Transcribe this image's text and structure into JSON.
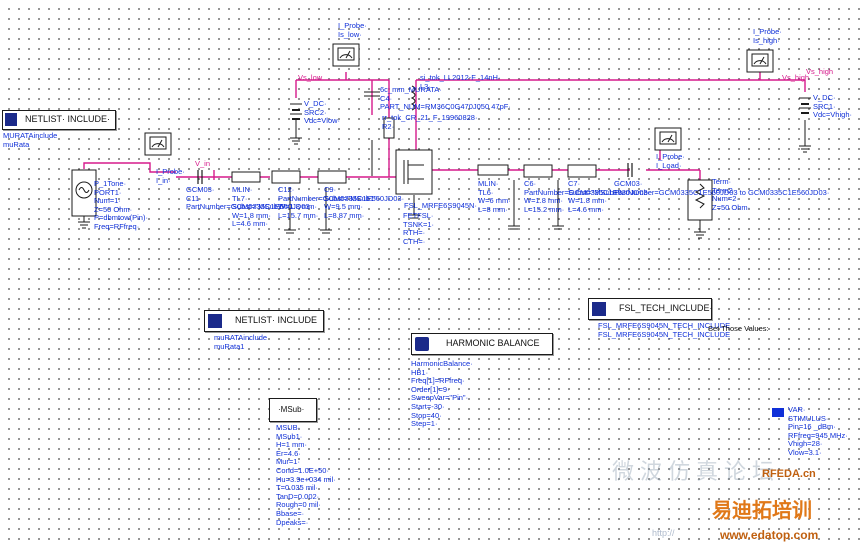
{
  "netlist1": {
    "title": "NETLIST· INCLUDE·",
    "lines": [
      "MURATAinclude",
      "muRata"
    ]
  },
  "netlist2": {
    "title": "NETLIST· INCLUDE",
    "lines": [
      "muRATAinclude",
      "muRata1"
    ]
  },
  "fsl": {
    "title": "FSL_TECH_INCLUDE·",
    "lines": [
      "FSL_MRFE6S9045N_TECH_INCLUDE",
      "FSL_MRFE6S9045N_TECH_INCLUDE"
    ],
    "set_values": "Set Those Values:"
  },
  "hb": {
    "title": "HARMONIC BALANCE",
    "lines": [
      "HarmonicBalance·",
      "HB1·",
      "Freq[1]=RFfreq·",
      "Order[1]=9·",
      "SweepVar=\"Pin\"·",
      "Start=-30·",
      "Stop=40·",
      "Step=1·"
    ]
  },
  "msub": {
    "title": "·MSub·",
    "lines": [
      "MSUB·",
      "MSub1·",
      "H=1 mm·",
      "Er=4.6·",
      "Mur=1·",
      "Cond=1.0E+50·",
      "Hu=3.9e+034 mil·",
      "T=0.035 mil·",
      "TanD=0.002·",
      "Rough=0 mil·",
      "Bbase=·",
      "Dpeaks=·"
    ]
  },
  "var": {
    "lines": [
      "VAR·",
      "STIMULUS·",
      "Pin=16 _dBm·",
      "RFfreq=945 MHz·",
      "Vhigh=28·",
      "Vlow=3.1·"
    ]
  },
  "port1": {
    "lines": [
      "P_1Tone·",
      "PORT1·",
      "Num=1·",
      "Z=50 Ohm·",
      "P=dbmtow(Pin)·",
      "Freq=RFfreq·"
    ]
  },
  "term": {
    "lines": [
      "Term·",
      "Term2·",
      "Num=2·",
      "Z=50 Ohm·"
    ]
  },
  "probe_low": {
    "lines": [
      "I_Probe·",
      "Is_low·"
    ]
  },
  "probe_high": {
    "lines": [
      "I_Probe·",
      "Is_high·"
    ]
  },
  "probe_in": {
    "lines": [
      "I_Probe·",
      "I_in·"
    ]
  },
  "probe_load": {
    "lines": [
      "I_Probe·",
      "I_Load·"
    ]
  },
  "vdc_src2": {
    "lines": [
      "V_DC·",
      "SRC2·",
      "Vdc=Vlow·"
    ]
  },
  "vdc_src1": {
    "lines": [
      "V_DC·",
      "SRC1·",
      "Vdc=Vhigh·"
    ]
  },
  "cap_c4": {
    "lines": [
      "6c_mm_MURATA·",
      "C4·",
      "PART_NUM=RM36C0G470J050 47pF·"
    ]
  },
  "ind_l3": {
    "lines": [
      "si_tok_LL2012-F_14nH·",
      "L3·"
    ]
  },
  "res_r2": {
    "lines": [
      "rr_tok_CR_21_F_19960828·",
      "R2·"
    ]
  },
  "fet": {
    "lines": [
      "FETFSL·",
      "TSNK=1·",
      "RTH=·",
      "CTH=·"
    ]
  },
  "fet_part": "FSL_MRFE6S9045N·",
  "tl7": {
    "lines": [
      "MLIN·",
      "TL7·",
      "Subst=\"MSub1\"·",
      "W=1.8 mm·",
      "L=4.6 mm·"
    ]
  },
  "tl2": {
    "lines": [
      "C12·",
      "PartNumber=GCM0335C1E560JD03·",
      "W=1.8 mm·",
      "L=15.7 mm·"
    ]
  },
  "tl3": {
    "lines": [
      "C9·",
      "Subst=\"MSub1\"·",
      "W=9.5 mm·",
      "L=8.87 mm·"
    ]
  },
  "c11": {
    "lines": [
      "GCM03·",
      "C11·",
      "PartNumber=GCM0335C1E560JD03·"
    ]
  },
  "tl6": {
    "lines": [
      "MLIN·",
      "TL6·",
      "W=6 mm·",
      "L=8 mm·"
    ]
  },
  "tl5": {
    "lines": [
      "C6·",
      "PartNumber=GCM0335C1E830JD03·",
      "W=1.8 mm·",
      "L=15.2 mm·"
    ]
  },
  "tl4": {
    "lines": [
      "C7·",
      "Subst=\"MSub1\"·",
      "W=1.8 mm·",
      "L=4.6 mm·"
    ]
  },
  "c_out": {
    "lines": [
      "GCM03·",
      "PartNumber=GCM0335C1E560JD03 to GCM0335C1E560JD03·"
    ]
  },
  "nets": {
    "vs_low": "Vs_low",
    "vs_high": "Vs_high",
    "v_in": "V_in",
    "v_high": "Vs_high"
  },
  "watermark": {
    "cn1": "微波仿真论坛",
    "rfeda": "RFEDA.cn",
    "cn2": "易迪拓培训",
    "url": "www.edatop.com",
    "http": "http://"
  }
}
